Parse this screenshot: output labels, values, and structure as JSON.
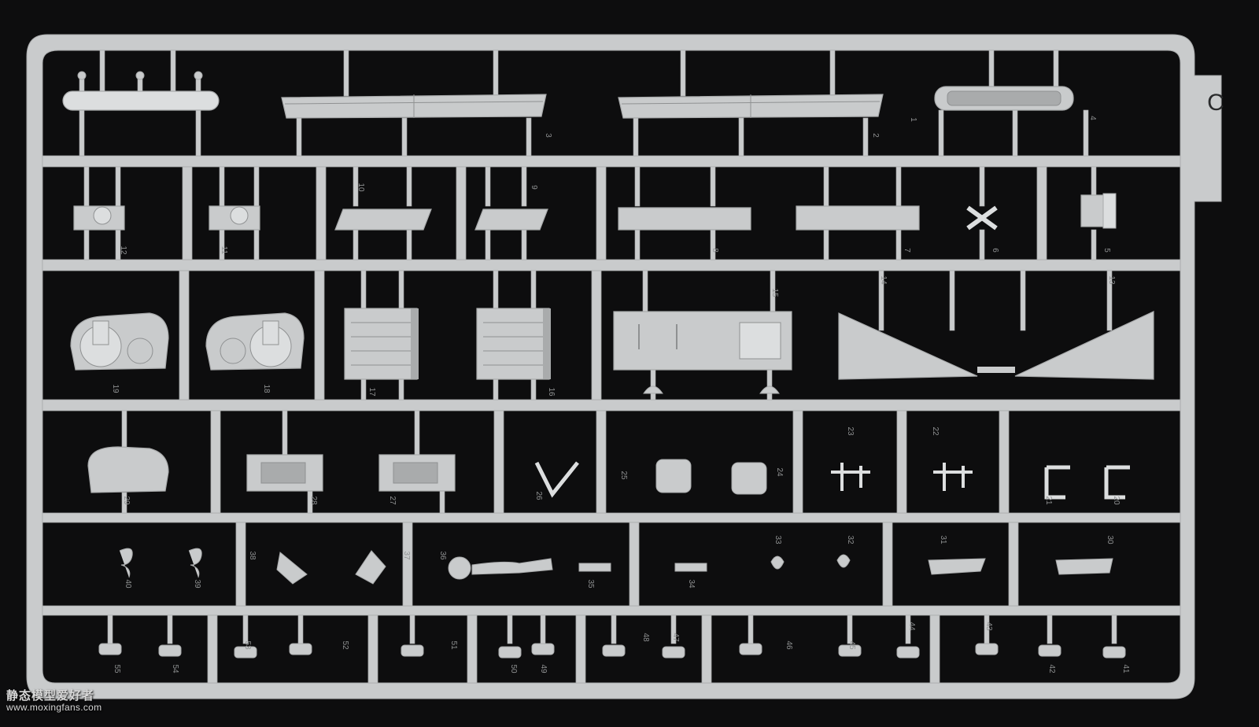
{
  "photo": {
    "subject": "model kit sprue",
    "sprue_letter": "C",
    "colors": {
      "background": "#0d0d0e",
      "plastic": "#c9cbcc",
      "plastic_shadow": "#a9abac",
      "plastic_highlight": "#dcdedf",
      "engraving": "#8f9192"
    },
    "part_numbers": [
      "1",
      "2",
      "3",
      "4",
      "5",
      "6",
      "7",
      "8",
      "9",
      "10",
      "11",
      "12",
      "13",
      "14",
      "15",
      "16",
      "17",
      "18",
      "19",
      "20",
      "21",
      "22",
      "23",
      "24",
      "25",
      "26",
      "27",
      "28",
      "29",
      "30",
      "31",
      "32",
      "33",
      "34",
      "35",
      "36",
      "37",
      "38",
      "39",
      "40",
      "41",
      "42",
      "43",
      "44",
      "45",
      "46",
      "47",
      "48",
      "49",
      "50",
      "51",
      "52",
      "53",
      "54",
      "55"
    ]
  },
  "watermark": {
    "site_name": "静态模型爱好者",
    "url": "www.moxingfans.com"
  }
}
